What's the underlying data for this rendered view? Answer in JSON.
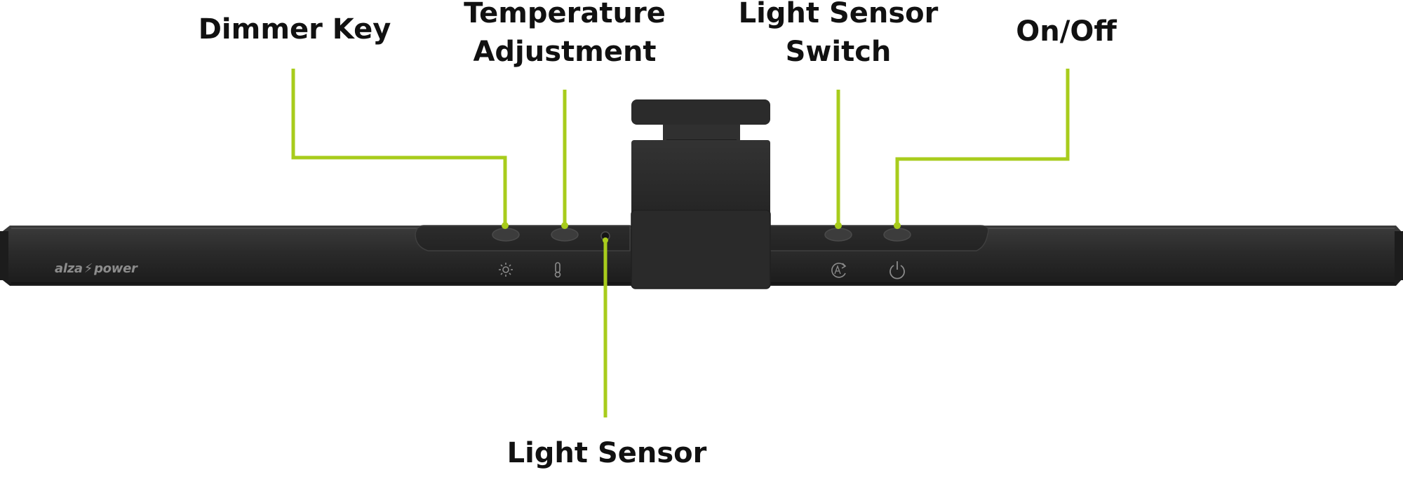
{
  "diagram": {
    "callouts": {
      "dimmer_key": {
        "label": "Dimmer Key"
      },
      "temperature_adjustment": {
        "label_line1": "Temperature",
        "label_line2": "Adjustment"
      },
      "light_sensor_switch": {
        "label_line1": "Light Sensor",
        "label_line2": "Switch"
      },
      "on_off": {
        "label": "On/Off"
      },
      "light_sensor": {
        "label": "Light Sensor"
      }
    },
    "product": {
      "brand_left": "alza",
      "brand_right": "power"
    },
    "icons": [
      "brightness-icon",
      "thermometer-icon",
      "auto-sensor-icon",
      "power-icon",
      "lightning-bolt-icon"
    ],
    "colors": {
      "leader_line": "#a8cc1c",
      "bar_body": "#262626",
      "button": "#3a3a3a",
      "label_text": "#111111"
    }
  }
}
